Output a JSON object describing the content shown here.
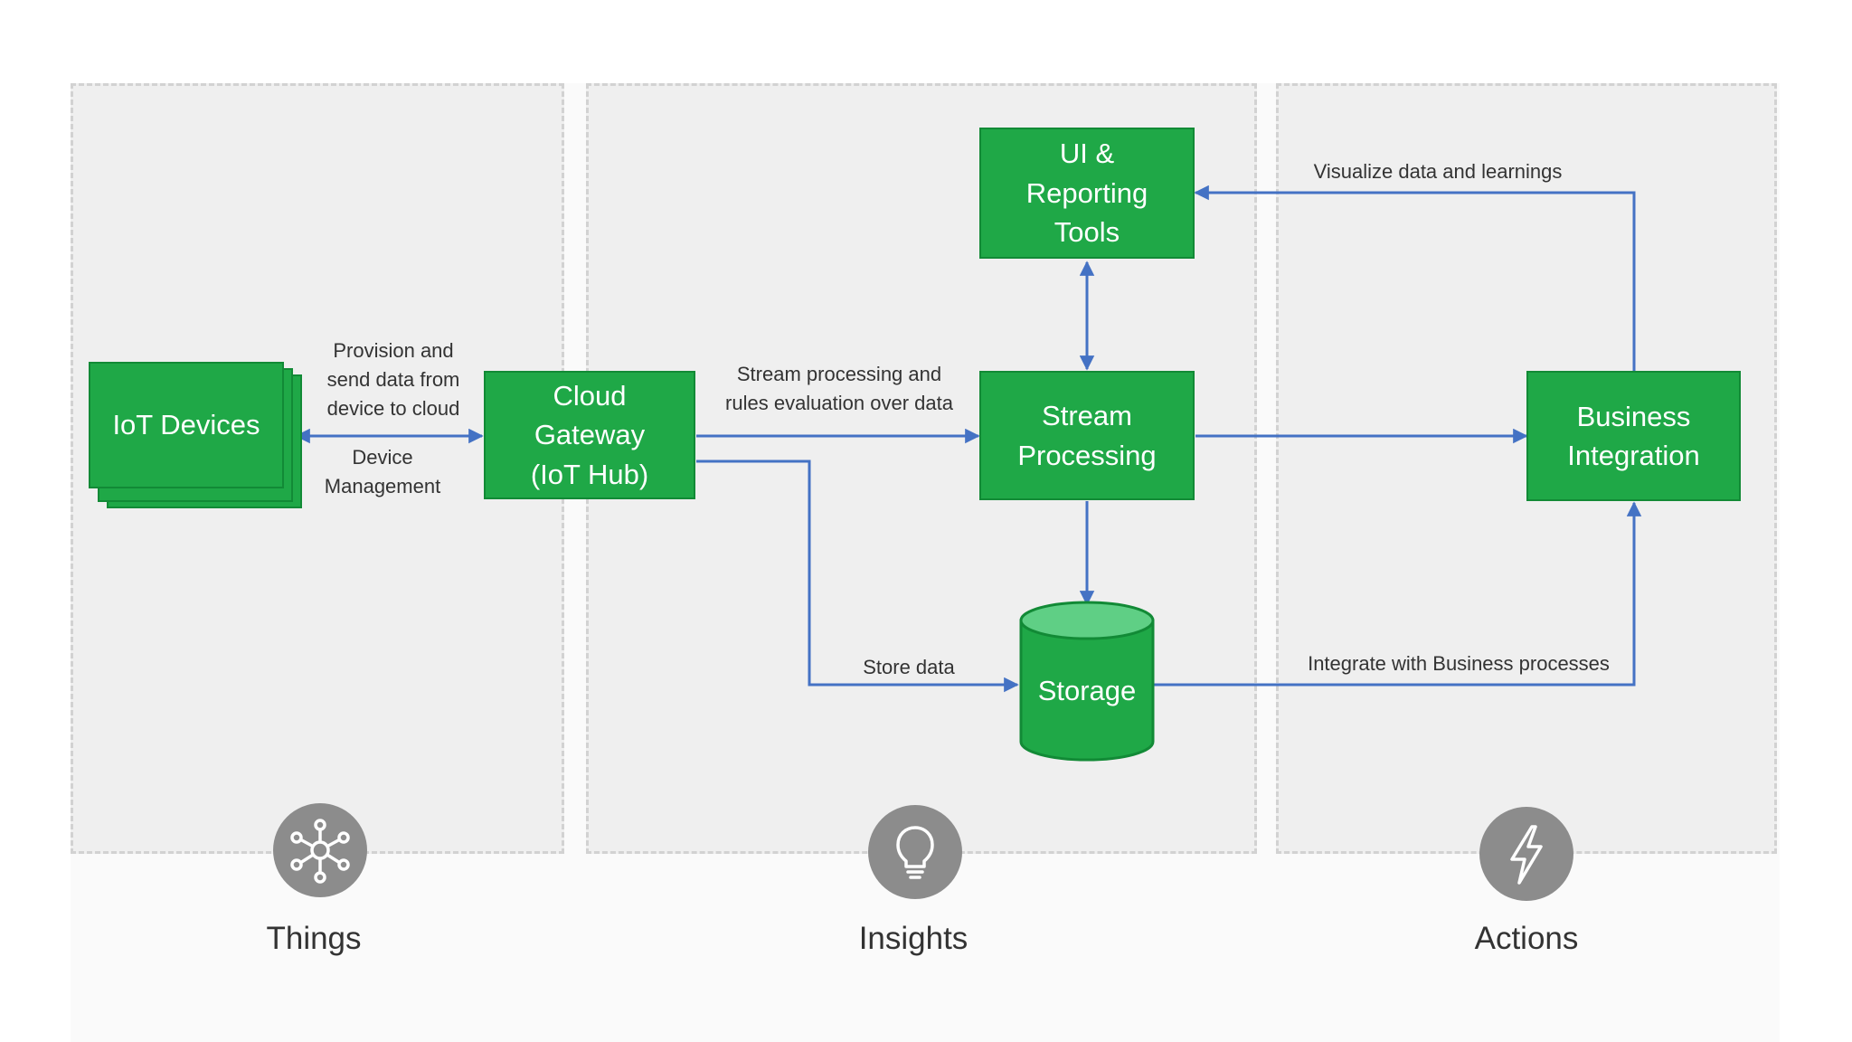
{
  "categories": [
    {
      "label": "Things",
      "icon": "network-nodes-icon"
    },
    {
      "label": "Insights",
      "icon": "lightbulb-icon"
    },
    {
      "label": "Actions",
      "icon": "lightning-bolt-icon"
    }
  ],
  "nodes": {
    "iot_devices": "IoT Devices",
    "cloud_gateway": [
      "Cloud",
      "Gateway",
      "(IoT Hub)"
    ],
    "ui_reporting": [
      "UI &",
      "Reporting",
      "Tools"
    ],
    "stream_processing": [
      "Stream",
      "Processing"
    ],
    "business_integration": [
      "Business",
      "Integration"
    ],
    "storage": "Storage"
  },
  "edges": {
    "provision": [
      "Provision and",
      "send data from",
      "device to cloud"
    ],
    "device_management": [
      "Device",
      "Management"
    ],
    "stream_rules": [
      "Stream processing and",
      "rules evaluation over data"
    ],
    "store_data": "Store data",
    "visualize": "Visualize data and learnings",
    "integrate": "Integrate with Business processes"
  },
  "colors": {
    "node_fill": "#1fa847",
    "node_border": "#128a36",
    "arrow": "#4472c4",
    "icon_bg": "#8c8c8c",
    "panel_bg": "#efefef"
  }
}
